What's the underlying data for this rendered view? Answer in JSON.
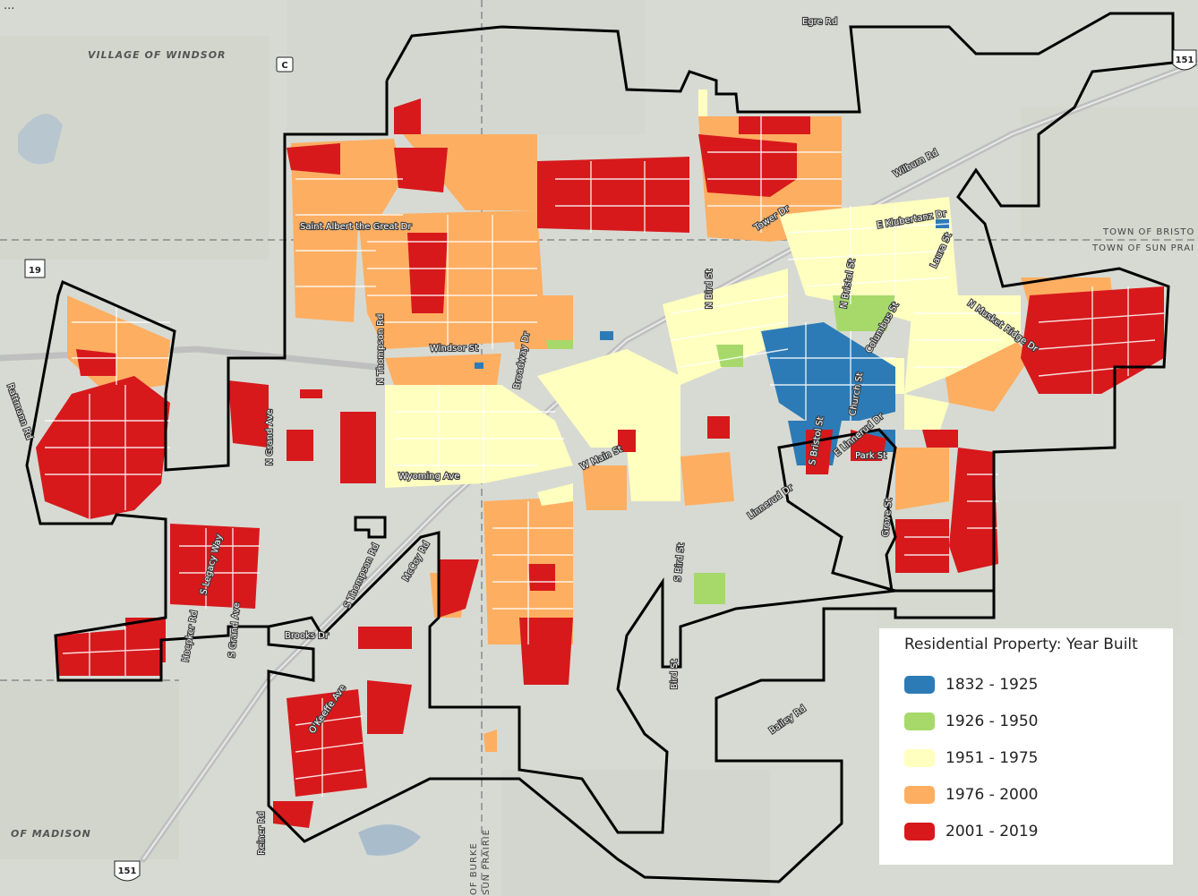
{
  "map": {
    "title_fragment": "...",
    "top_road": "Egre Rd",
    "places": {
      "windsor": "VILLAGE OF WINDSOR",
      "madison": "OF MADISON",
      "town_bristol": "TOWN OF BRISTO",
      "town_sunprairie": "TOWN OF SUN PRAI",
      "burke_1": "OF BURKE",
      "burke_2": "SUN PRAIRIE"
    },
    "shields": {
      "c": "C",
      "us19": "19",
      "us151": "151",
      "us151b": "151"
    },
    "roads": {
      "wilburn": "Wilburn Rd",
      "tower": "Tower Dr",
      "albert": "Saint Albert the Great Dr",
      "klubertanz": "E Klubertanz Dr",
      "laura": "Laura St",
      "nbird": "N Bird St",
      "nbristol": "N Bristol St",
      "columbus": "Columbus St",
      "musket": "N Musket Ridge Dr",
      "windsor_st": "Windsor St",
      "broadway": "Broadway Dr",
      "nthompson": "N Thompson Rd",
      "ngrand": "N Grand Ave",
      "wyoming": "Wyoming Ave",
      "wmain": "W Main St",
      "church": "Church St",
      "sbristol": "S Bristol St",
      "elinnerud": "E Linnerud Dr",
      "park": "Park St",
      "linnerud": "Linnerud Dr",
      "grove": "Grove St",
      "sbird": "S Bird St",
      "legacy": "S Legacy Way",
      "sthompson": "S Thompson Rd",
      "mccoy": "McCoy Rd",
      "sgrand": "S Grand Ave",
      "hoepker": "Hoepker Rd",
      "brooks": "Brooks Dr",
      "okeeffe": "O'Keeffe Ave",
      "bird": "Bird St",
      "bailey": "Bailey Rd",
      "reiner": "Reiner Rd",
      "rattmann": "Rattmann Rd"
    }
  },
  "legend": {
    "title": "Residential Property: Year Built",
    "items": [
      {
        "label": "1832 - 1925",
        "color": "#2c7bb6"
      },
      {
        "label": "1926 - 1950",
        "color": "#a6d96a"
      },
      {
        "label": "1951 - 1975",
        "color": "#ffffbf"
      },
      {
        "label": "1976 - 2000",
        "color": "#fdae61"
      },
      {
        "label": "2001 - 2019",
        "color": "#d7191c"
      }
    ]
  }
}
